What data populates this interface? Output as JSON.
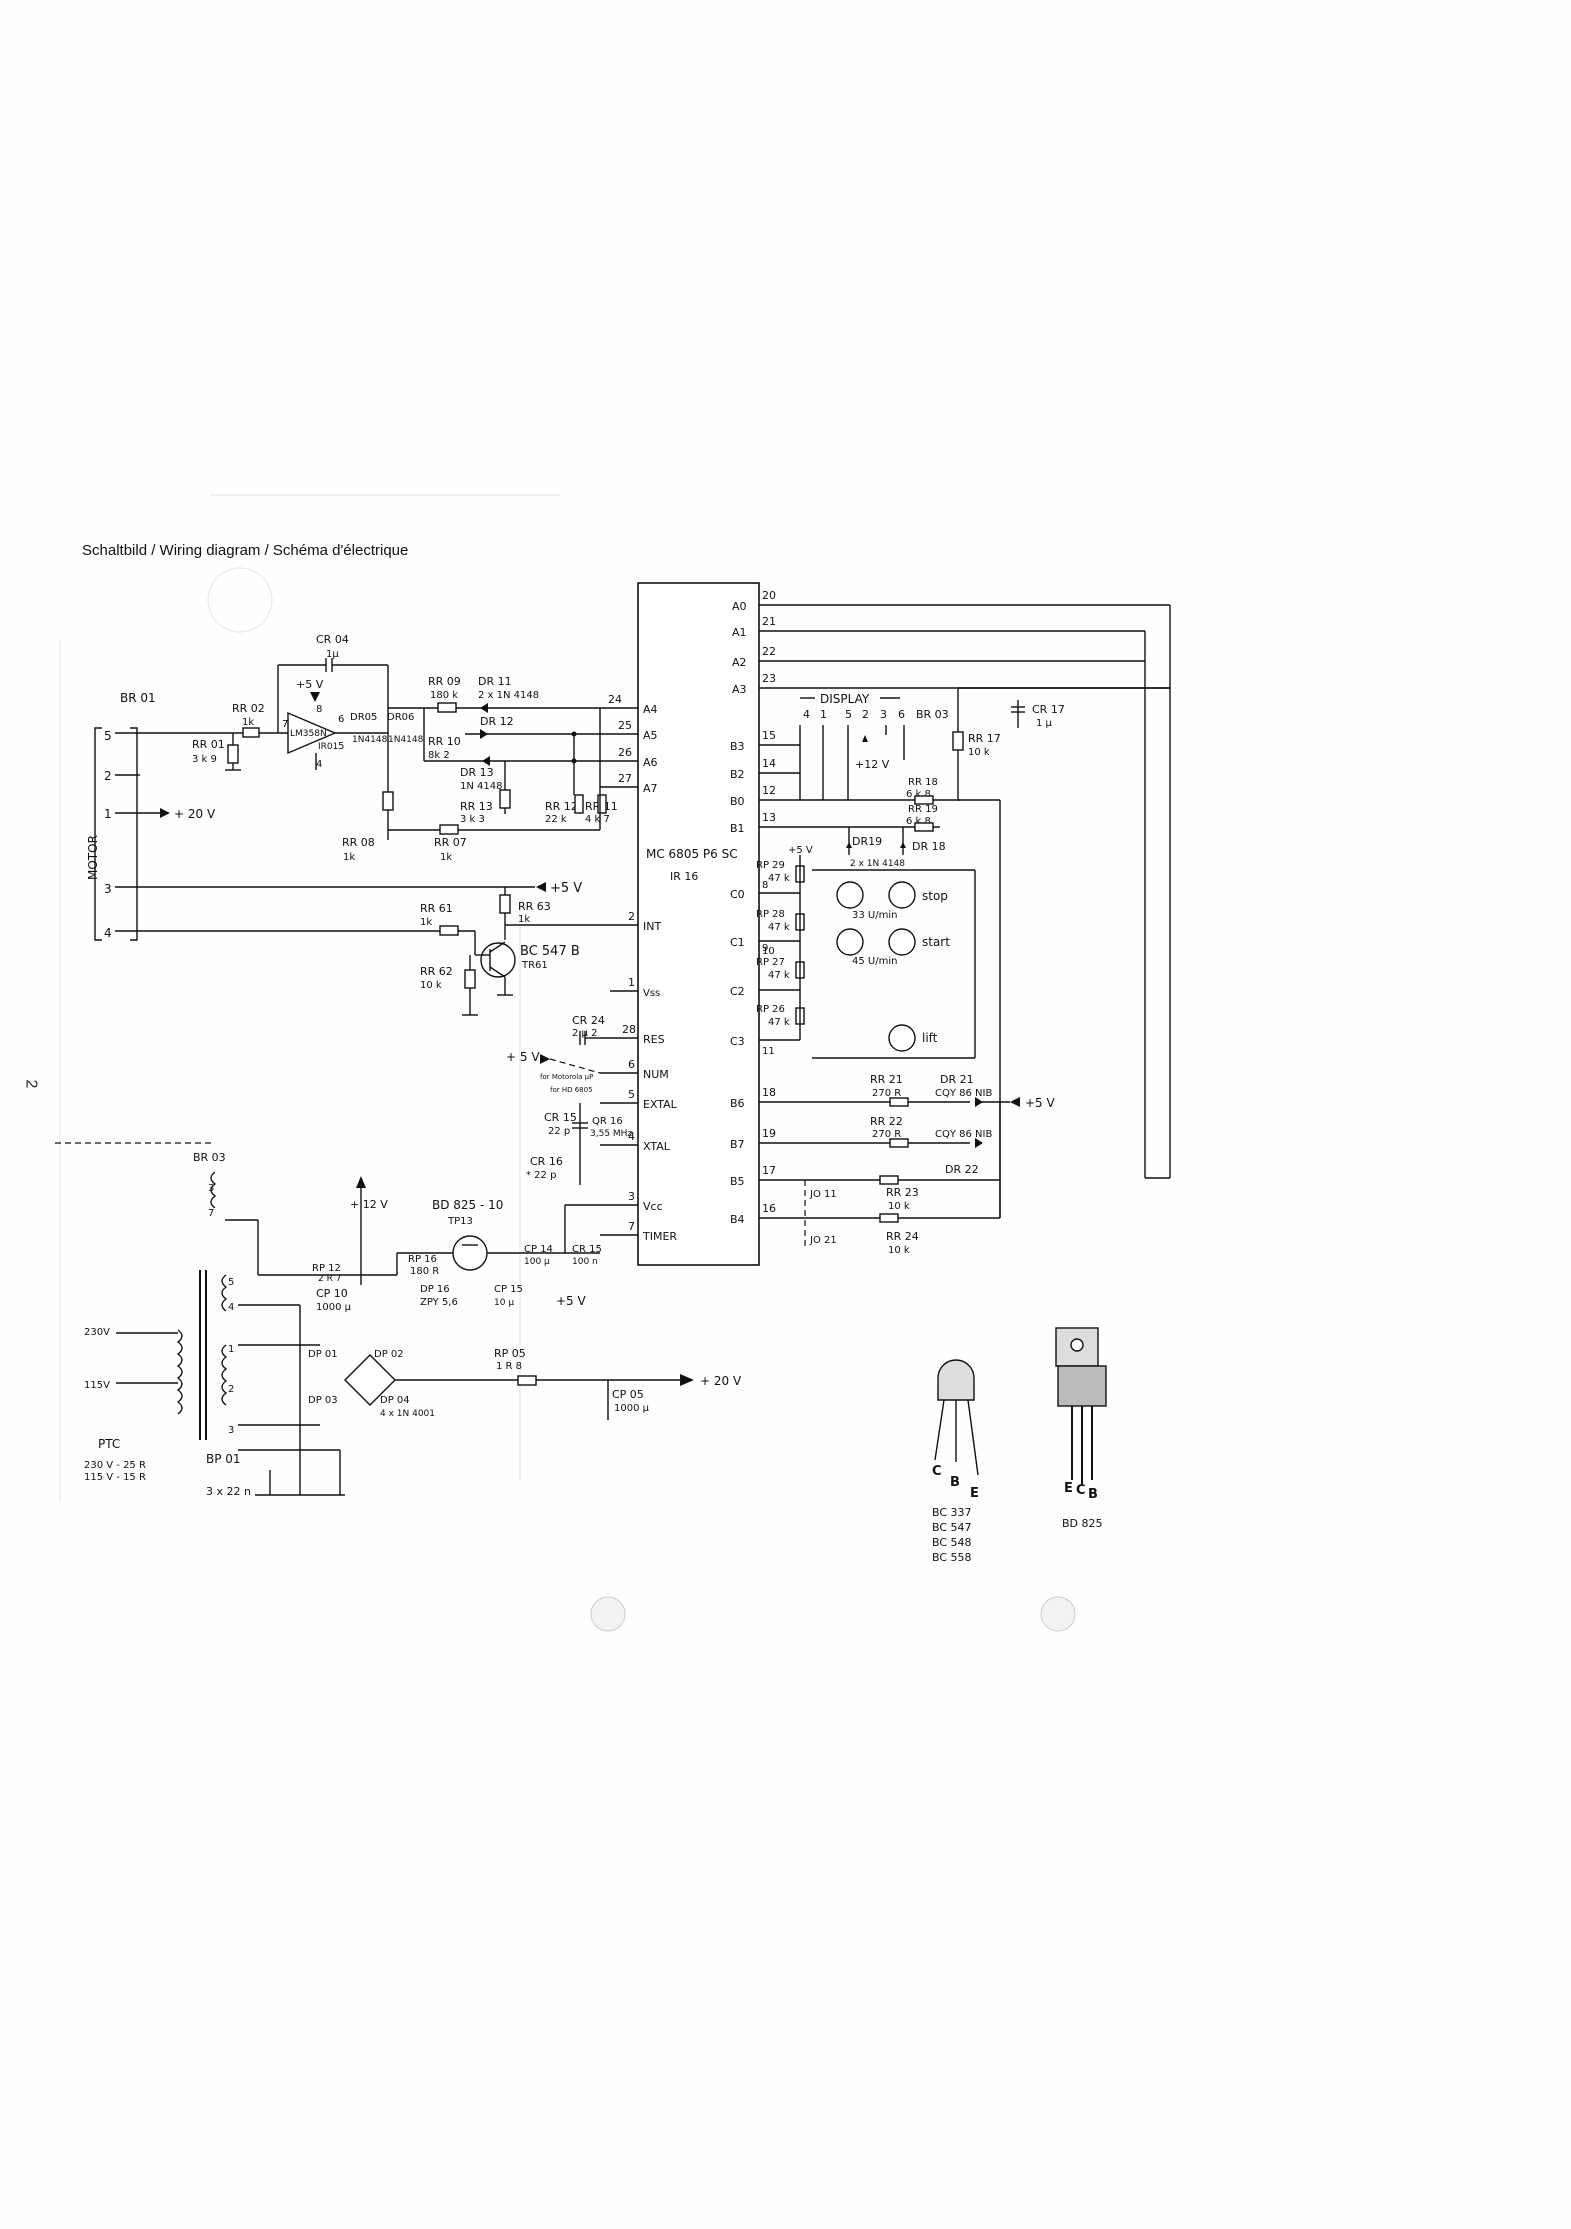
{
  "header": "Schaltbild / Wiring diagram / Schéma d'électrique",
  "page_number": "2",
  "mcu": {
    "name": "MC 6805 P6 SC",
    "ref": "IR 16",
    "left_pins": [
      {
        "num": "24",
        "name": "A4"
      },
      {
        "num": "25",
        "name": "A5"
      },
      {
        "num": "26",
        "name": "A6"
      },
      {
        "num": "27",
        "name": "A7"
      },
      {
        "num": "2",
        "name": "INT"
      },
      {
        "num": "1",
        "name": "Vss"
      },
      {
        "num": "28",
        "name": "RES"
      },
      {
        "num": "6",
        "name": "NUM"
      },
      {
        "num": "5",
        "name": "EXTAL"
      },
      {
        "num": "4",
        "name": "XTAL"
      },
      {
        "num": "3",
        "name": "Vcc"
      },
      {
        "num": "7",
        "name": "TIMER"
      }
    ],
    "right_pins": [
      {
        "num": "20",
        "name": "A0"
      },
      {
        "num": "21",
        "name": "A1"
      },
      {
        "num": "22",
        "name": "A2"
      },
      {
        "num": "23",
        "name": "A3"
      },
      {
        "num": "15",
        "name": "B3"
      },
      {
        "num": "14",
        "name": "B2"
      },
      {
        "num": "12",
        "name": "B0"
      },
      {
        "num": "13",
        "name": "B1"
      },
      {
        "num": "8",
        "name": "C0"
      },
      {
        "num": "9",
        "name": "C1"
      },
      {
        "num": "10",
        "name": "C2"
      },
      {
        "num": "11",
        "name": "C3"
      },
      {
        "num": "18",
        "name": "B6"
      },
      {
        "num": "19",
        "name": "B7"
      },
      {
        "num": "17",
        "name": "B5"
      },
      {
        "num": "16",
        "name": "B4"
      }
    ]
  },
  "motor": {
    "br01": "BR 01",
    "label": "MOTOR",
    "pins": [
      "5",
      "2",
      "1",
      "3",
      "4"
    ],
    "plus20": "+ 20 V"
  },
  "components": {
    "cr04": "CR 04",
    "cr04_val": "1µ",
    "plus5_op": "+5 V",
    "rr02": "RR 02",
    "rr02_val": "1k",
    "rr01": "RR 01",
    "rr01_val": "3 k 9",
    "opamp": "LM358N",
    "opamp_ref": "IR01",
    "op_p8": "8",
    "op_p6": "6",
    "op_p7": "7",
    "op_p4": "4",
    "op_p5": "5",
    "dr05": "DR05",
    "dr06": "DR06",
    "dr0506_val": "1N4148",
    "rr09": "RR 09",
    "rr09_val": "180 k",
    "dr11": "DR 11",
    "dr11_val": "2 x 1N 4148",
    "dr12": "DR 12",
    "rr10": "RR 10",
    "rr10_val": "8k 2",
    "dr13": "DR 13",
    "dr13_val": "1N 4148",
    "rr13": "RR 13",
    "rr13_val": "3 k 3",
    "rr12": "RR 12",
    "rr12_val": "22 k",
    "rr11": "RR 11",
    "rr11_val": "4 k 7",
    "rr08": "RR 08",
    "rr08_val": "1k",
    "rr07": "RR 07",
    "rr07_val": "1k",
    "plus5_line": "+5 V",
    "rr61": "RR 61",
    "rr61_val": "1k",
    "rr63": "RR 63",
    "rr63_val": "1k",
    "tr61": "BC 547 B",
    "tr61_ref": "TR61",
    "rr62": "RR 62",
    "rr62_val": "10 k",
    "cr24": "CR 24",
    "cr24_val": "2 µ 2",
    "plus5_num": "+ 5 V",
    "motorola": "for Motorola µP",
    "hd": "for HD 6805",
    "cr15a": "CR 15",
    "cr15a_val": "22 p",
    "qr16": "QR 16",
    "qr16_val": "3,55 MHz",
    "cr16": "CR 16",
    "cr16_val": "* 22 p",
    "br03": "BR 03",
    "br03_p3": "3",
    "br03_p7": "7",
    "plus12": "+ 12 V",
    "bd825": "BD 825 - 10",
    "tp13": "TP13",
    "rp12": "RP 12",
    "rp12_val": "2 R 7",
    "rp16": "RP 16",
    "rp16_val": "180 R",
    "cp14": "CP 14",
    "cp14_val": "100 µ",
    "cr15b": "CR 15",
    "cr15b_val": "100 n",
    "cp10": "CP 10",
    "cp10_val": "1000 µ",
    "dp16": "DP 16",
    "dp16_val": "ZPY 5,6",
    "cp15": "CP 15",
    "cp15_val": "10 µ",
    "plus5_vcc": "+5 V",
    "v230": "230V",
    "v115": "115V",
    "dp01": "DP 01",
    "dp02": "DP 02",
    "dp03": "DP 03",
    "dp04": "DP 04",
    "dp04_val": "4 x 1N 4001",
    "rp05": "RP 05",
    "rp05_val": "1 R 8",
    "plus20_out": "+ 20 V",
    "cp05": "CP 05",
    "cp05_val": "1000 µ",
    "ptc": "PTC",
    "ptc_230": "230 V - 25 R",
    "ptc_115": "115 V - 15 R",
    "bp01": "BP 01",
    "caps3": "3 x 22 n",
    "tr_p5": "5",
    "tr_p4": "4",
    "tr_p1": "1",
    "tr_p2": "2",
    "tr_p3": "3"
  },
  "display": {
    "label": "DISPLAY",
    "pins": [
      "4",
      "1",
      "5",
      "2",
      "3",
      "6"
    ],
    "br03": "BR 03",
    "plus12": "+12 V",
    "cr17": "CR 17",
    "cr17_val": "1 µ",
    "rr17": "RR 17",
    "rr17_val": "10 k",
    "rr18": "RR 18",
    "rr18_val": "6 k 8",
    "rr19": "RR 19",
    "rr19_val": "6 k 8",
    "dr19": "DR19",
    "dr19_val": "2 x 1N 4148",
    "dr18": "DR 18",
    "plus5": "+5 V",
    "rp29": "RP 29",
    "rp28": "RP 28",
    "rp27": "RP 27",
    "rp26": "RP 26",
    "rp_val": "47 k",
    "btn_stop": "stop",
    "btn_start": "start",
    "btn_lift": "lift",
    "speed33": "33 U/min",
    "speed45": "45 U/min",
    "rr21": "RR 21",
    "rr21_val": "270 R",
    "rr22": "RR 22",
    "rr22_val": "270 R",
    "dr21": "DR 21",
    "dr21_val": "CQY 86 NIB",
    "dr22_val": "CQY 86 NIB",
    "dr22": "DR 22",
    "plus5_led": "+5 V",
    "jo11": "JO 11",
    "jo21": "JO 21",
    "rr23": "RR 23",
    "rr23_val": "10 k",
    "rr24": "RR 24",
    "rr24_val": "10 k"
  },
  "packages": {
    "to92": {
      "pins": [
        "C",
        "B",
        "E"
      ],
      "types": [
        "BC 337",
        "BC 547",
        "BC 548",
        "BC 558"
      ]
    },
    "to126": {
      "pins": [
        "E",
        "C",
        "B"
      ],
      "type": "BD 825"
    }
  }
}
